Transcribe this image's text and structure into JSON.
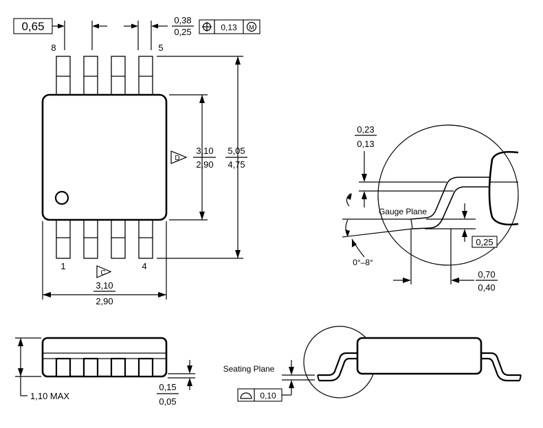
{
  "top_view": {
    "pitch": "0,65",
    "pin_width_max": "0,38",
    "pin_width_min": "0,25",
    "position_tolerance": "0,13",
    "mmc_symbol": "M",
    "body_length_max": "3,10",
    "body_length_min": "2,90",
    "overall_width_max": "5,05",
    "overall_width_min": "4,75",
    "body_width_max": "3,10",
    "body_width_min": "2,90",
    "datum_d": "D",
    "datum_c": "C",
    "pin_label_1": "1",
    "pin_label_4": "4",
    "pin_label_5": "5",
    "pin_label_8": "8"
  },
  "detail_view": {
    "lead_thickness_max": "0,23",
    "lead_thickness_min": "0,13",
    "gauge_plane_label": "Gauge Plane",
    "gauge_height": "0,25",
    "angle_range": "0°–8°",
    "foot_length_max": "0,70",
    "foot_length_min": "0,40"
  },
  "side_view": {
    "max_height": "1,10 MAX",
    "standoff_max": "0,15",
    "standoff_min": "0,05",
    "seating_plane_label": "Seating Plane",
    "flatness_tolerance": "0,10"
  }
}
